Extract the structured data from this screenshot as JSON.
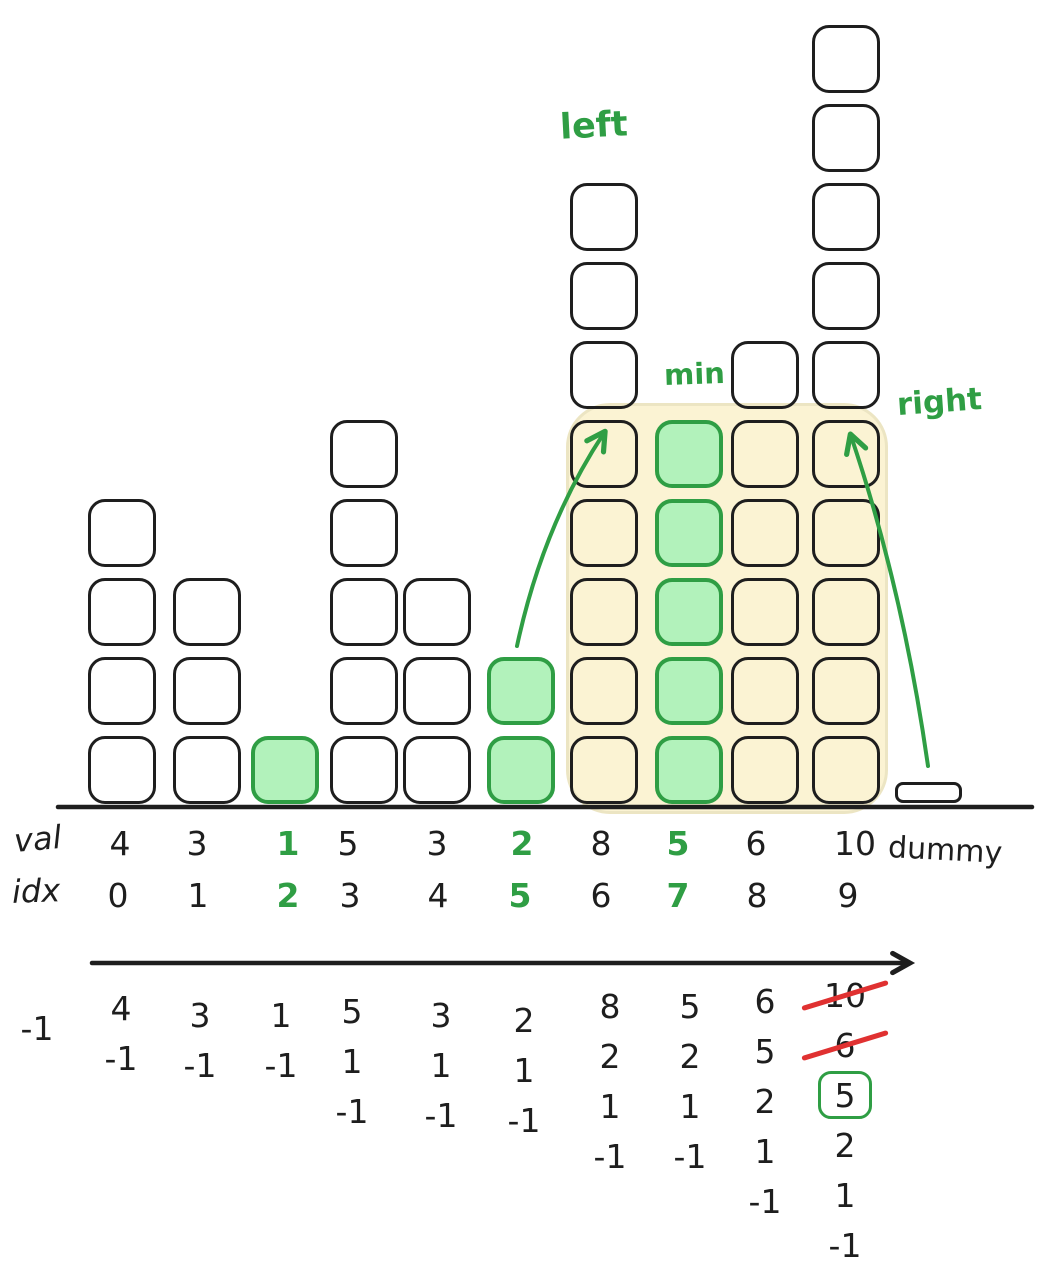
{
  "colors": {
    "ink": "#1e1e1e",
    "green": "#2f9e44",
    "green_fill": "#b2f2bb",
    "yellow_fill": "#fbf3d3",
    "yellow_border": "#ece5c3",
    "red": "#e03131",
    "white": "#ffffff"
  },
  "labels": {
    "val": "val",
    "idx": "idx",
    "dummy": "dummy",
    "left": "left",
    "min": "min",
    "right": "right"
  },
  "histogram": {
    "columns": [
      {
        "val": "4",
        "idx": "0",
        "height": 4,
        "green": false
      },
      {
        "val": "3",
        "idx": "1",
        "height": 3,
        "green": false
      },
      {
        "val": "1",
        "idx": "2",
        "height": 1,
        "green": true
      },
      {
        "val": "5",
        "idx": "3",
        "height": 5,
        "green": false
      },
      {
        "val": "3",
        "idx": "4",
        "height": 3,
        "green": false
      },
      {
        "val": "2",
        "idx": "5",
        "height": 2,
        "green": true
      },
      {
        "val": "8",
        "idx": "6",
        "height": 8,
        "green": false
      },
      {
        "val": "5",
        "idx": "7",
        "height": 5,
        "green": true
      },
      {
        "val": "6",
        "idx": "8",
        "height": 6,
        "green": false
      },
      {
        "val": "10",
        "idx": "9",
        "height": 10,
        "green": false
      }
    ],
    "highlight": {
      "columns": [
        "6",
        "7",
        "8",
        "9"
      ],
      "rows": 5
    },
    "dummy_height": 0
  },
  "stacks": [
    {
      "items": [
        {
          "t": "-1"
        }
      ]
    },
    {
      "items": [
        {
          "t": "4"
        },
        {
          "t": "-1"
        }
      ]
    },
    {
      "items": [
        {
          "t": "3"
        },
        {
          "t": "-1"
        }
      ]
    },
    {
      "items": [
        {
          "t": "1"
        },
        {
          "t": "-1"
        }
      ]
    },
    {
      "items": [
        {
          "t": "5"
        },
        {
          "t": "1"
        },
        {
          "t": "-1"
        }
      ]
    },
    {
      "items": [
        {
          "t": "3"
        },
        {
          "t": "1"
        },
        {
          "t": "-1"
        }
      ]
    },
    {
      "items": [
        {
          "t": "2"
        },
        {
          "t": "1"
        },
        {
          "t": "-1"
        }
      ]
    },
    {
      "items": [
        {
          "t": "8"
        },
        {
          "t": "2"
        },
        {
          "t": "1"
        },
        {
          "t": "-1"
        }
      ]
    },
    {
      "items": [
        {
          "t": "5"
        },
        {
          "t": "2"
        },
        {
          "t": "1"
        },
        {
          "t": "-1"
        }
      ]
    },
    {
      "items": [
        {
          "t": "6"
        },
        {
          "t": "5"
        },
        {
          "t": "2"
        },
        {
          "t": "1"
        },
        {
          "t": "-1"
        }
      ]
    },
    {
      "items": [
        {
          "t": "10",
          "strike": true
        },
        {
          "t": "6",
          "strike": true
        },
        {
          "t": "5",
          "boxed": true
        },
        {
          "t": "2"
        },
        {
          "t": "1"
        },
        {
          "t": "-1"
        }
      ]
    }
  ]
}
